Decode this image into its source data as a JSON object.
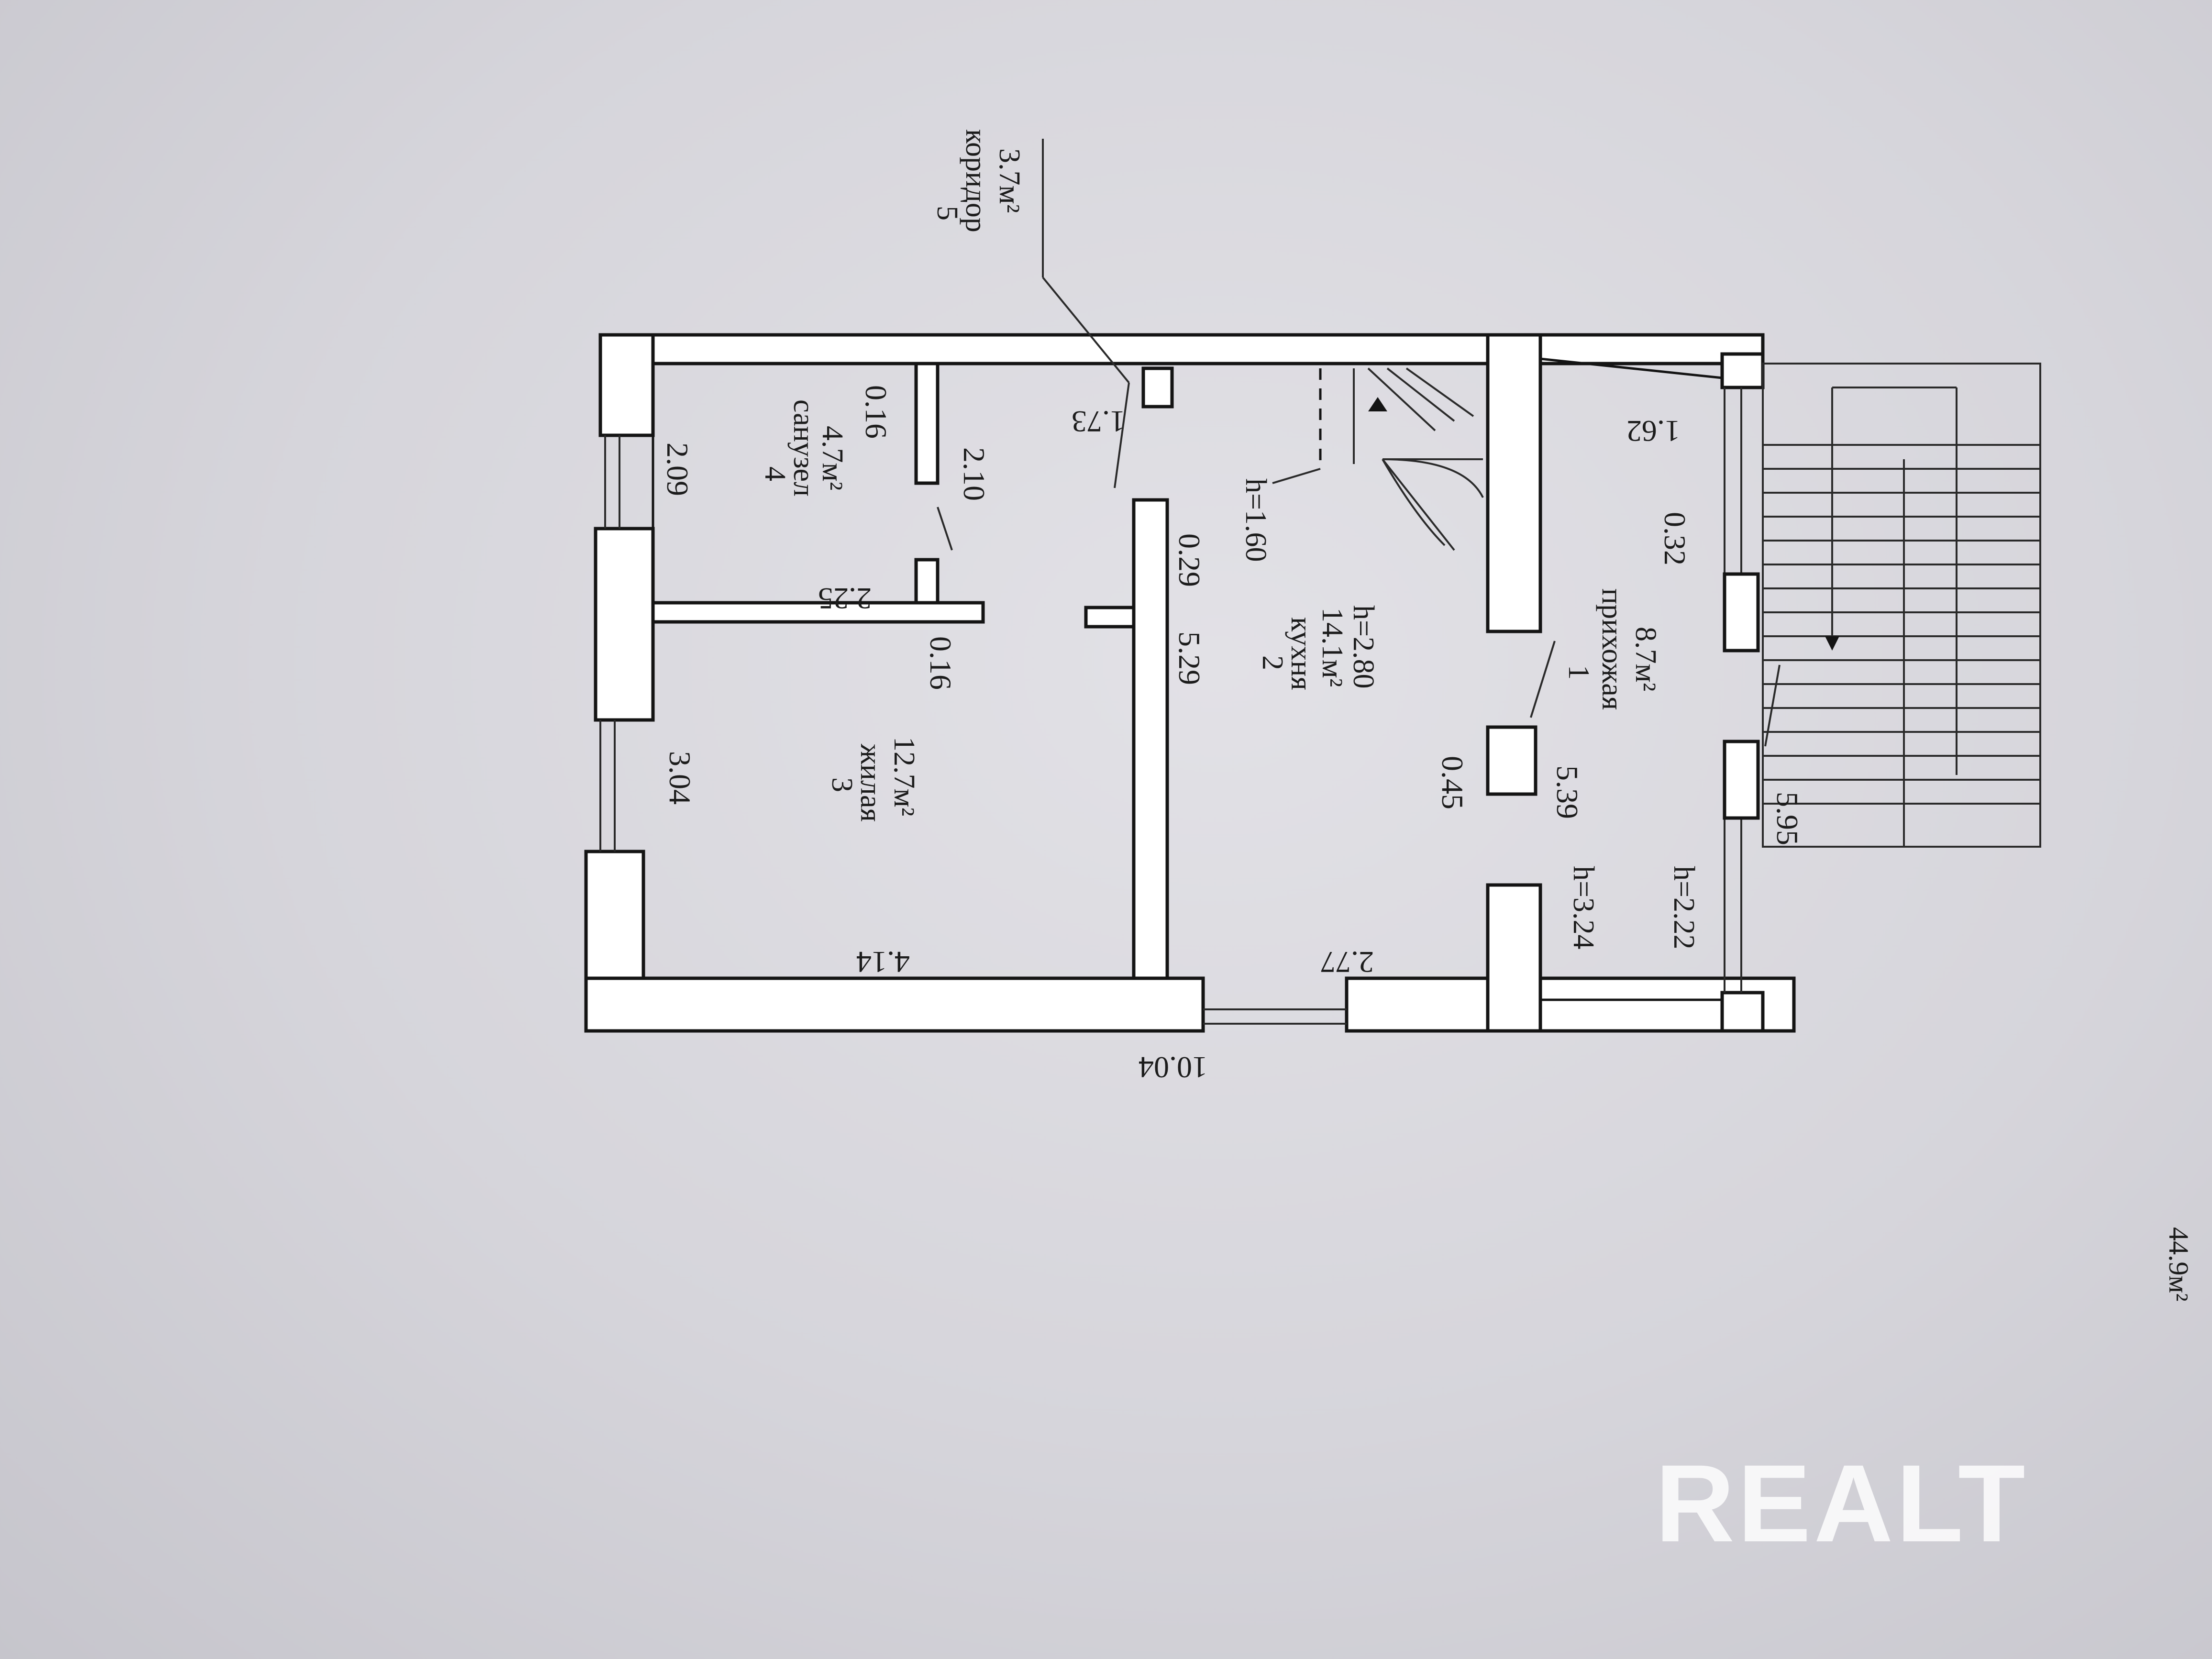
{
  "rooms": [
    {
      "number": "1",
      "name": "прихожая",
      "area": "8.7м²",
      "height": "h=3.24"
    },
    {
      "number": "2",
      "name": "кухня",
      "area": "14.1м²",
      "height": "h=2.80"
    },
    {
      "number": "3",
      "name": "жилая",
      "area": "12.7м²"
    },
    {
      "number": "4",
      "name": "санузел",
      "area": "4.7м²"
    },
    {
      "number": "5",
      "name": "коридор",
      "area": "3.7м²"
    }
  ],
  "dimensions": {
    "total_length": "10.04",
    "living_length": "4.14",
    "living_width": "3.04",
    "kitchen_length": "2.77",
    "kitchen_width": "5.29",
    "hall_length": "1.62",
    "hall_width": "5.39",
    "hall_outer": "5.95",
    "bath_width": "2.09",
    "bath_length": "2.25",
    "corridor_width": "2.10",
    "corridor_length": "1.73",
    "wall_bath": "0.16",
    "wall_living": "0.16",
    "wall_kitchen": "0.29",
    "wall_hall": "0.45",
    "wall_entry": "0.32",
    "stair_height": "h=1.60",
    "hall_height_inner": "h=2.22"
  },
  "total_area": "44.9м²",
  "watermark": "REALT"
}
